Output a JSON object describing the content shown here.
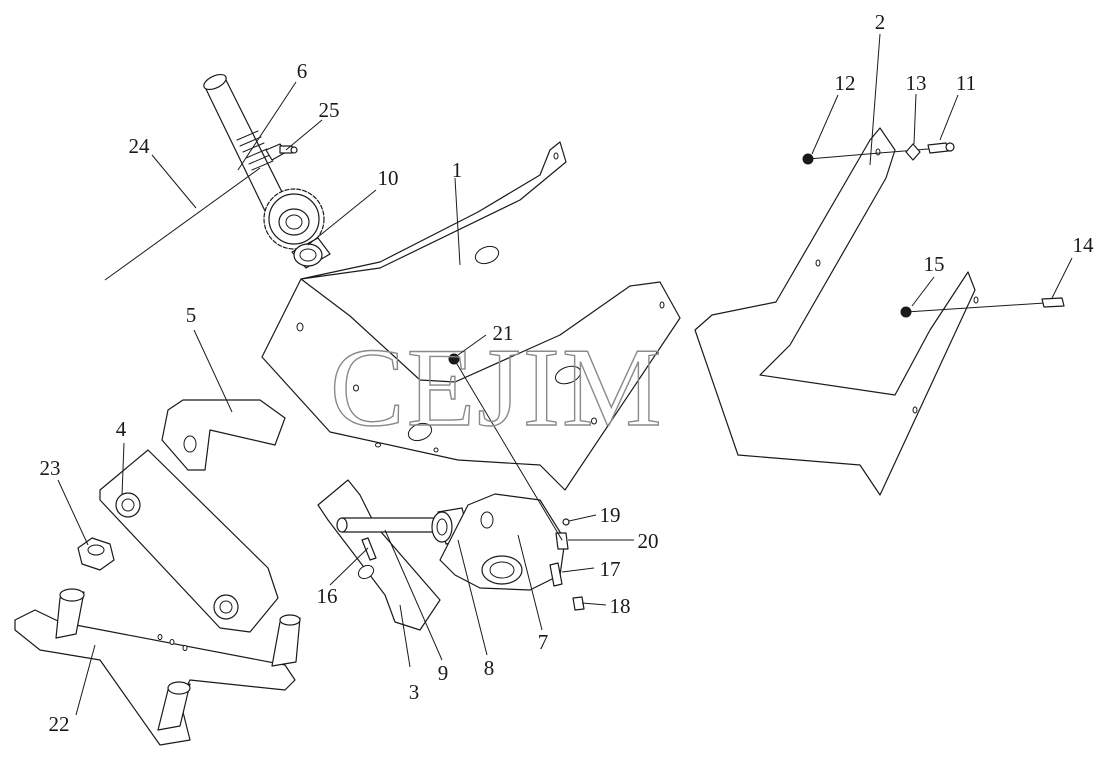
{
  "watermark": "CEJIM",
  "callouts": [
    {
      "id": "c1",
      "label": "1"
    },
    {
      "id": "c2",
      "label": "2"
    },
    {
      "id": "c3",
      "label": "3"
    },
    {
      "id": "c4",
      "label": "4"
    },
    {
      "id": "c5",
      "label": "5"
    },
    {
      "id": "c6",
      "label": "6"
    },
    {
      "id": "c7",
      "label": "7"
    },
    {
      "id": "c8",
      "label": "8"
    },
    {
      "id": "c9",
      "label": "9"
    },
    {
      "id": "c10",
      "label": "10"
    },
    {
      "id": "c11",
      "label": "11"
    },
    {
      "id": "c12",
      "label": "12"
    },
    {
      "id": "c13",
      "label": "13"
    },
    {
      "id": "c14",
      "label": "14"
    },
    {
      "id": "c15",
      "label": "15"
    },
    {
      "id": "c16",
      "label": "16"
    },
    {
      "id": "c17",
      "label": "17"
    },
    {
      "id": "c18",
      "label": "18"
    },
    {
      "id": "c19",
      "label": "19"
    },
    {
      "id": "c20",
      "label": "20"
    },
    {
      "id": "c21",
      "label": "21"
    },
    {
      "id": "c22",
      "label": "22"
    },
    {
      "id": "c23",
      "label": "23"
    },
    {
      "id": "c24",
      "label": "24"
    },
    {
      "id": "c25",
      "label": "25"
    }
  ]
}
